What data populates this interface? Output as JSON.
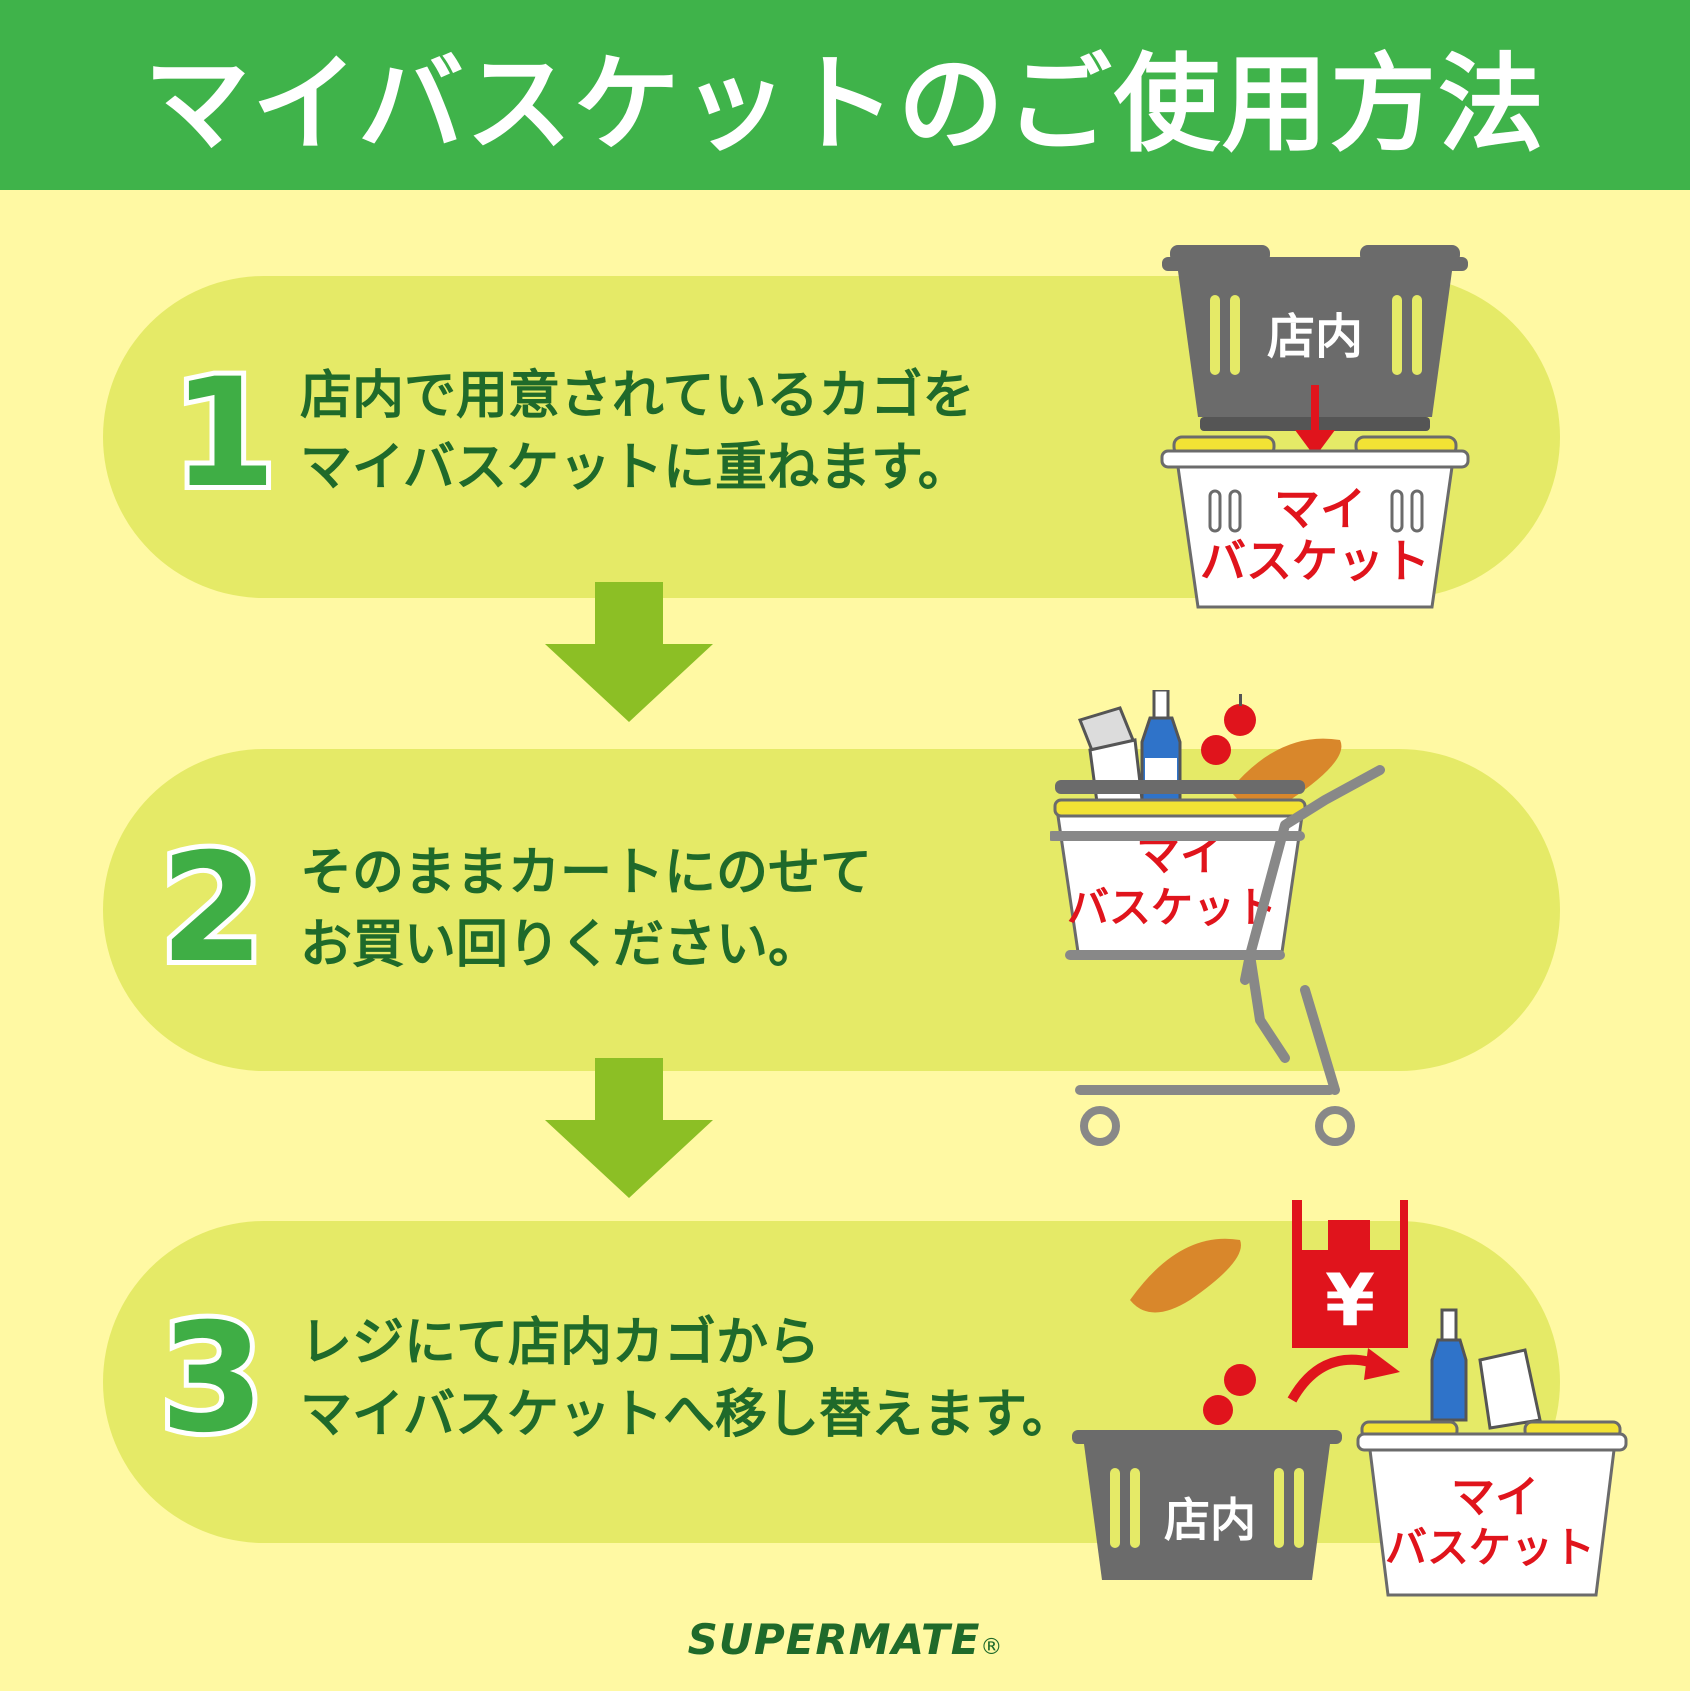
{
  "header": {
    "title": "マイバスケットのご使用方法"
  },
  "steps": [
    {
      "number": "1",
      "line1": "店内で用意されているカゴを",
      "line2": "マイバスケットに重ねます。"
    },
    {
      "number": "2",
      "line1": "そのままカートにのせて",
      "line2": "お買い回りください。"
    },
    {
      "number": "3",
      "line1": "レジにて店内カゴから",
      "line2": "マイバスケットへ移し替えます。"
    }
  ],
  "illustrations": {
    "store_basket_label": "店内",
    "my_basket_label_1": "マイ",
    "my_basket_label_2": "バスケット",
    "yen_label": "¥"
  },
  "footer": {
    "brand": "SUPERMATE",
    "registered": "®"
  },
  "colors": {
    "header_green": "#3fb34a",
    "background": "#fff9a3",
    "step_band": "#e5ea67",
    "arrow_green": "#8cbf25",
    "text_green": "#1f6a2a",
    "label_red": "#e0141c",
    "basket_gray": "#6b6b6b",
    "basket_yellow": "#f2e234"
  }
}
